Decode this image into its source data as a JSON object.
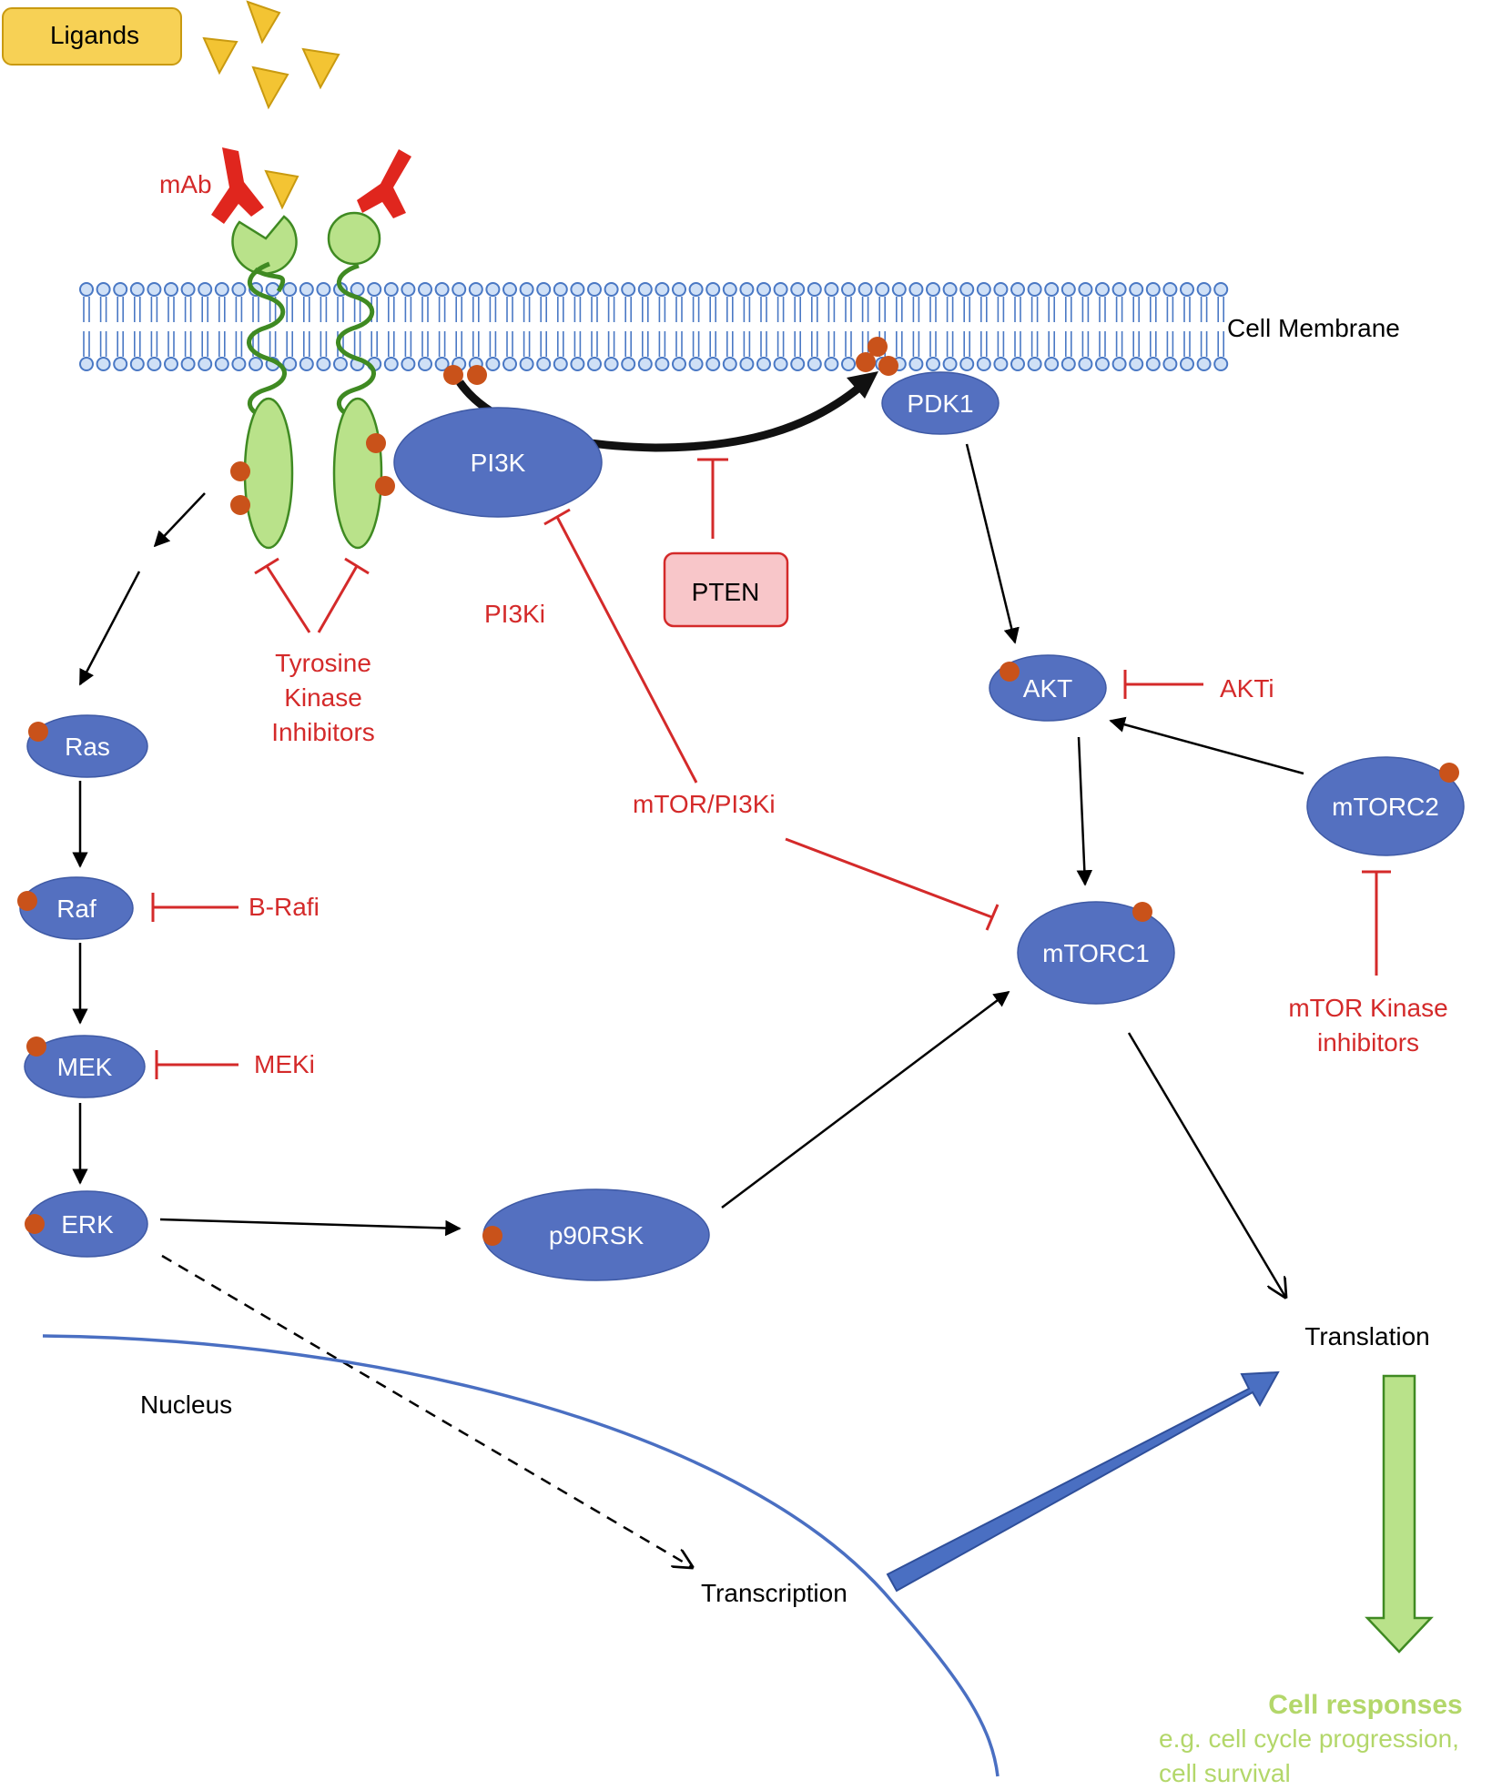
{
  "labels": {
    "ligands": "Ligands",
    "mab": "mAb",
    "cell_membrane": "Cell Membrane",
    "pi3k": "PI3K",
    "pdk1": "PDK1",
    "pten": "PTEN",
    "pi3ki": "PI3Ki",
    "tki_line1": "Tyrosine",
    "tki_line2": "Kinase",
    "tki_line3": "Inhibitors",
    "akt": "AKT",
    "akti": "AKTi",
    "ras": "Ras",
    "raf": "Raf",
    "brafi": "B-Rafi",
    "mek": "MEK",
    "meki": "MEKi",
    "erk": "ERK",
    "p90rsk": "p90RSK",
    "mtor_pi3ki": "mTOR/PI3Ki",
    "mtorc1": "mTORC1",
    "mtorc2": "mTORC2",
    "mtor_kinase_line1": "mTOR Kinase",
    "mtor_kinase_line2": "inhibitors",
    "nucleus": "Nucleus",
    "transcription": "Transcription",
    "translation": "Translation",
    "cell_responses_title": "Cell responses",
    "cell_responses_line1": "e.g. cell cycle progression,",
    "cell_responses_line2": "cell survival"
  },
  "colors": {
    "node_fill": "#5470c0",
    "phospho": "#c9521a",
    "inhibitor": "#d42a2a",
    "receptor": "#b9e28a",
    "receptor_coil": "#3f8a22",
    "membrane": "#4a78c4",
    "ligand": "#f3c433",
    "pten_fill": "#f8c6c9",
    "cell_response_green": "#b3d76a"
  }
}
